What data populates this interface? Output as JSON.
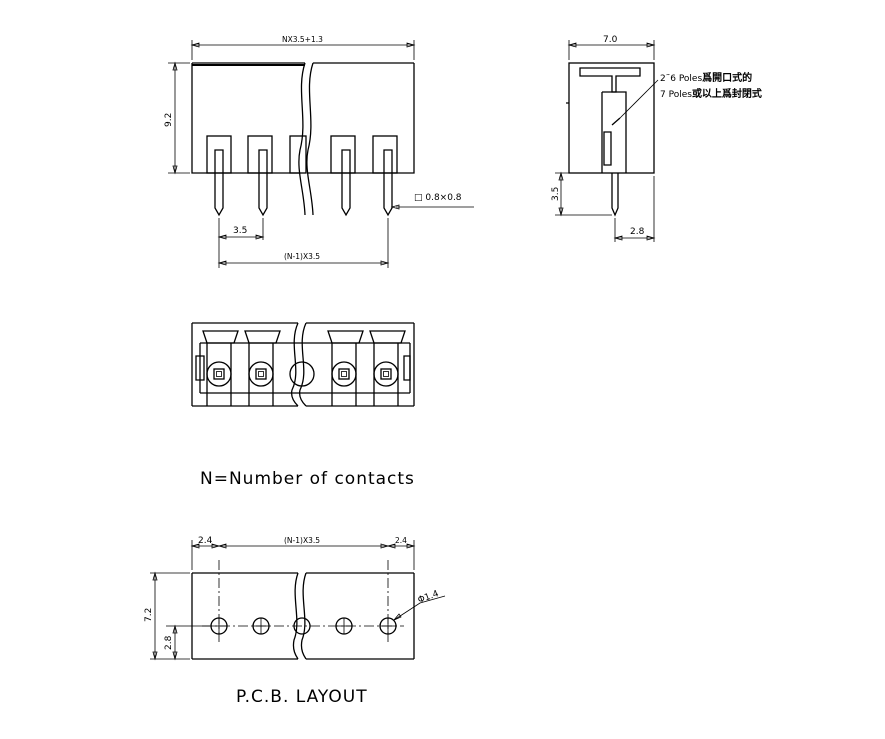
{
  "front_view": {
    "overall_width": "NX3.5+1.3",
    "height": "9.2",
    "pin_size": "□ 0.8×0.8",
    "pitch": "3.5",
    "span": "(N-1)X3.5"
  },
  "side_view": {
    "depth": "7.0",
    "pin_length": "3.5",
    "pin_offset": "2.8",
    "note_line1_prefix": "2˜6 Poles",
    "note_line1_suffix": "爲開口式的",
    "note_line2_prefix": "7 Poles",
    "note_line2_suffix": "或以上爲封閉式"
  },
  "caption_contacts": "N=Number of contacts",
  "pcb_layout": {
    "left_margin": "2.4",
    "span": "(N-1)X3.5",
    "right_margin": "2.4",
    "height": "7.2",
    "hole_row": "2.8",
    "hole_diameter": "Φ1.4",
    "caption": "P.C.B.  LAYOUT"
  }
}
